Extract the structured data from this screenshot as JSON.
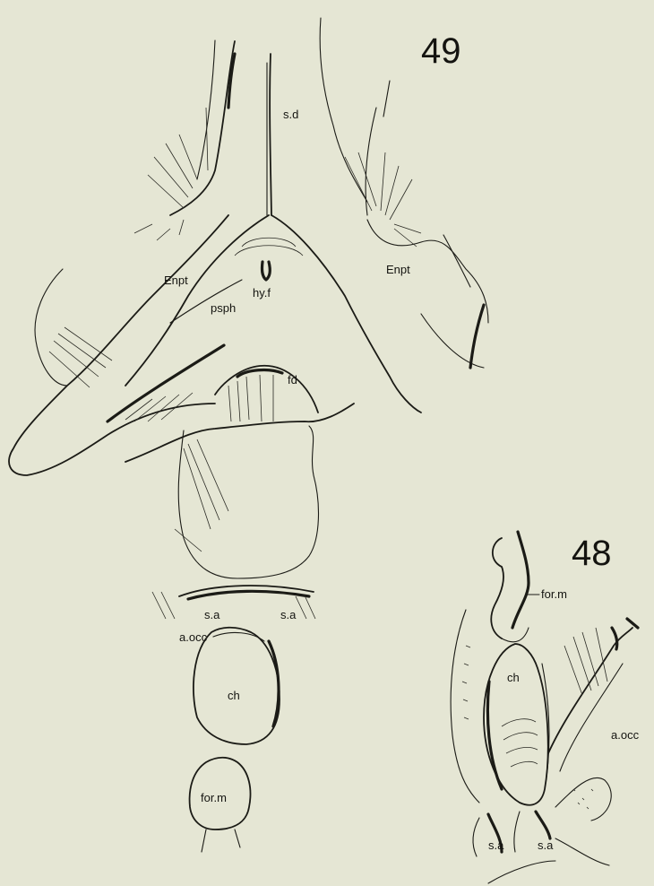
{
  "figures": {
    "fig49": {
      "number": "49",
      "labels": {
        "enpt_left": "Enpt",
        "enpt_right": "Enpt",
        "hyf": "hy.f",
        "psph": "psph",
        "fd": "fd",
        "sd": "s.d",
        "sa_left": "s.a",
        "sa_right": "s.a",
        "aocc": "a.occ",
        "ch": "ch",
        "form": "for.m"
      }
    },
    "fig48": {
      "number": "48",
      "labels": {
        "form": "for.m",
        "ch": "ch",
        "aocc": "a.occ",
        "sa_left": "s.a",
        "sa_right": "s.a"
      }
    }
  }
}
